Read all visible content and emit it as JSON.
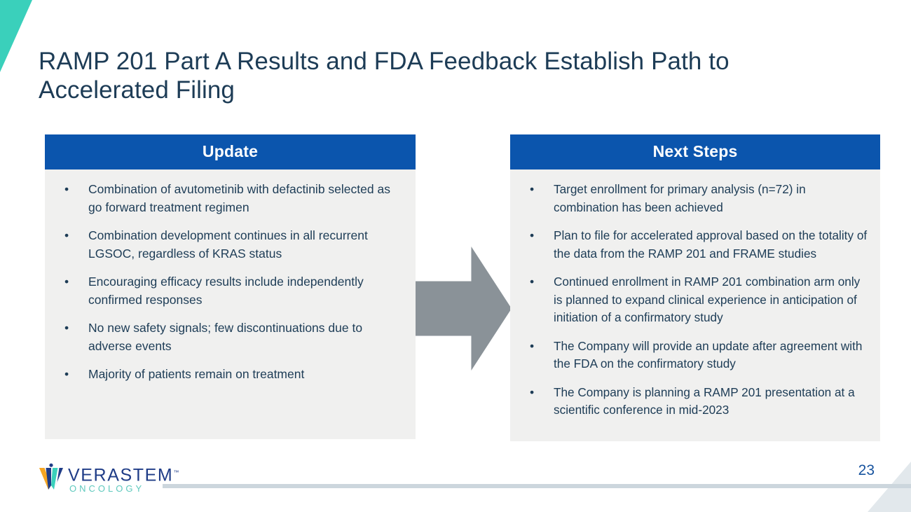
{
  "slide": {
    "title": "RAMP 201 Part A Results and FDA Feedback Establish Path to Accelerated Filing",
    "page_number": "23"
  },
  "colors": {
    "header_blue": "#0b55ad",
    "panel_body_gray": "#f0f0ef",
    "text_navy": "#1d3c56",
    "accent_teal": "#3ad0bb",
    "arrow_gray": "#8a9298",
    "footer_line": "#ccd6dd",
    "page_number_blue": "#17539e",
    "logo_navy": "#1f3c87",
    "logo_teal": "#5ec9bd",
    "corner_gray": "#e2e8ec"
  },
  "left_panel": {
    "header": "Update",
    "bullet_glyph": "•",
    "bullets": [
      "Combination of avutometinib with defactinib selected as go forward treatment regimen",
      "Combination development continues in all recurrent LGSOC, regardless of KRAS status",
      "Encouraging efficacy results include independently confirmed responses",
      "No new safety signals; few discontinuations due to adverse events",
      "Majority of patients remain on treatment"
    ]
  },
  "right_panel": {
    "header": "Next Steps",
    "bullet_glyph": "•",
    "bullets": [
      "Target enrollment for primary analysis (n=72) in combination has been achieved",
      "Plan to file for accelerated approval based on the totality of the data from the RAMP 201 and FRAME studies",
      "Continued enrollment in RAMP 201 combination arm only is planned to expand clinical experience in anticipation of initiation of a confirmatory study",
      "The Company will provide an update after agreement with the FDA on the confirmatory study",
      "The Company is planning a RAMP 201 presentation at a scientific conference in mid-2023"
    ]
  },
  "arrow": {
    "direction": "right"
  },
  "logo": {
    "wordmark": "VERASTEM",
    "trademark": "™",
    "tagline": "ONCOLOGY"
  }
}
